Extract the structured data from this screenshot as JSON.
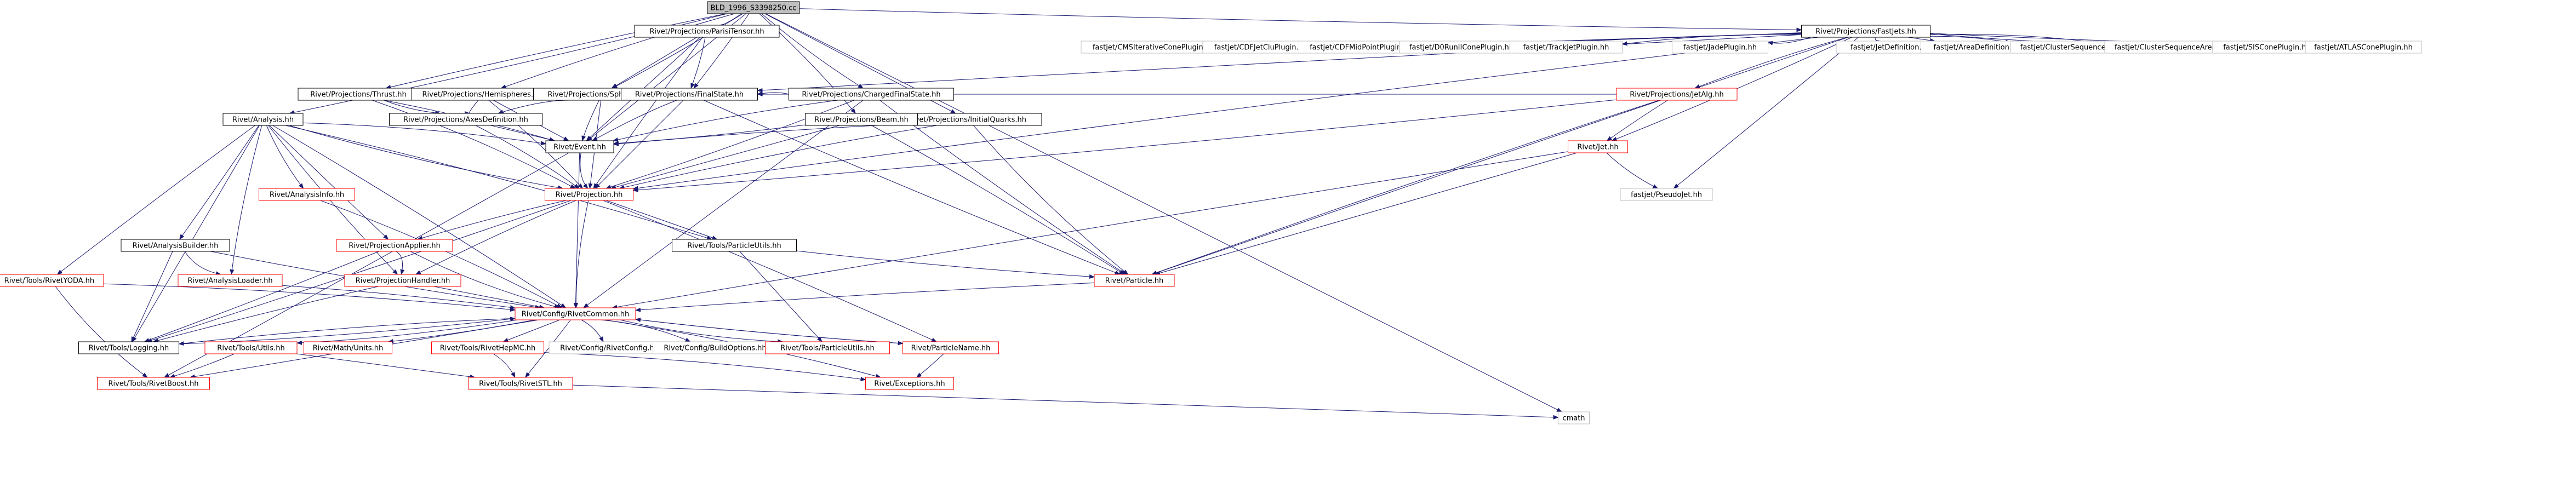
{
  "colors": {
    "edge": "#191970",
    "node_border": "#000000",
    "node_border_missing": "#bfbfbf",
    "node_border_truncated": "#ff0000",
    "root_fill": "#bfbfbf",
    "text": "#000000"
  },
  "nodes": [
    {
      "id": "root",
      "label": "BLD_1996_S3398250.cc",
      "kind": "root"
    },
    {
      "id": "pt",
      "label": "Rivet/Projections/ParisiTensor.hh",
      "kind": "normal"
    },
    {
      "id": "fj",
      "label": "Rivet/Projections/FastJets.hh",
      "kind": "normal"
    },
    {
      "id": "cmath",
      "label": "cmath",
      "kind": "missing"
    },
    {
      "id": "thr",
      "label": "Rivet/Projections/Thrust.hh",
      "kind": "normal"
    },
    {
      "id": "hem",
      "label": "Rivet/Projections/Hemispheres.hh",
      "kind": "normal"
    },
    {
      "id": "sph",
      "label": "Rivet/Projections/Sphericity.hh",
      "kind": "normal"
    },
    {
      "id": "cfs",
      "label": "Rivet/Projections/ChargedFinalState.hh",
      "kind": "normal"
    },
    {
      "id": "iq",
      "label": "Rivet/Projections/InitialQuarks.hh",
      "kind": "normal"
    },
    {
      "id": "beam",
      "label": "Rivet/Projections/Beam.hh",
      "kind": "normal"
    },
    {
      "id": "fs",
      "label": "Rivet/Projections/FinalState.hh",
      "kind": "normal"
    },
    {
      "id": "axes",
      "label": "Rivet/Projections/AxesDefinition.hh",
      "kind": "normal"
    },
    {
      "id": "ana",
      "label": "Rivet/Analysis.hh",
      "kind": "normal"
    },
    {
      "id": "jetalg",
      "label": "Rivet/Projections/JetAlg.hh",
      "kind": "truncated"
    },
    {
      "id": "jet",
      "label": "Rivet/Jet.hh",
      "kind": "truncated"
    },
    {
      "id": "pj",
      "label": "fastjet/PseudoJet.hh",
      "kind": "missing"
    },
    {
      "id": "evt",
      "label": "Rivet/Event.hh",
      "kind": "normal"
    },
    {
      "id": "proj",
      "label": "Rivet/Projection.hh",
      "kind": "truncated"
    },
    {
      "id": "ainfo",
      "label": "Rivet/AnalysisInfo.hh",
      "kind": "truncated"
    },
    {
      "id": "papp",
      "label": "Rivet/ProjectionApplier.hh",
      "kind": "truncated"
    },
    {
      "id": "abuild",
      "label": "Rivet/AnalysisBuilder.hh",
      "kind": "normal"
    },
    {
      "id": "pvec",
      "label": "Rivet/Tools/ParticleUtils.hh",
      "kind": "normal"
    },
    {
      "id": "yoda",
      "label": "Rivet/Tools/RivetYODA.hh",
      "kind": "truncated"
    },
    {
      "id": "aload",
      "label": "Rivet/AnalysisLoader.hh",
      "kind": "truncated"
    },
    {
      "id": "phand",
      "label": "Rivet/ProjectionHandler.hh",
      "kind": "truncated"
    },
    {
      "id": "part",
      "label": "Rivet/Particle.hh",
      "kind": "truncated"
    },
    {
      "id": "rcommon",
      "label": "Rivet/Config/RivetCommon.hh",
      "kind": "truncated"
    },
    {
      "id": "log",
      "label": "Rivet/Tools/Logging.hh",
      "kind": "normal"
    },
    {
      "id": "tutils",
      "label": "Rivet/Tools/Utils.hh",
      "kind": "truncated"
    },
    {
      "id": "mutils",
      "label": "Rivet/Math/Units.hh",
      "kind": "truncated"
    },
    {
      "id": "hepmc",
      "label": "Rivet/Tools/RivetHepMC.hh",
      "kind": "truncated"
    },
    {
      "id": "rconfig",
      "label": "Rivet/Config/RivetConfig.hh",
      "kind": "missing"
    },
    {
      "id": "bopts",
      "label": "Rivet/Config/BuildOptions.hh",
      "kind": "missing"
    },
    {
      "id": "putils",
      "label": "Rivet/Tools/ParticleUtils.hh",
      "kind": "truncated"
    },
    {
      "id": "pname",
      "label": "Rivet/ParticleName.hh",
      "kind": "truncated"
    },
    {
      "id": "boost",
      "label": "Rivet/Tools/RivetBoost.hh",
      "kind": "truncated"
    },
    {
      "id": "stl",
      "label": "Rivet/Tools/RivetSTL.hh",
      "kind": "truncated"
    },
    {
      "id": "exc",
      "label": "Rivet/Exceptions.hh",
      "kind": "truncated"
    },
    {
      "id": "cms",
      "label": "fastjet/CMSIterativeConePlugin.hh",
      "kind": "missing"
    },
    {
      "id": "cdfjc",
      "label": "fastjet/CDFJetCluPlugin.hh",
      "kind": "missing"
    },
    {
      "id": "cdfmp",
      "label": "fastjet/CDFMidPointPlugin.hh",
      "kind": "missing"
    },
    {
      "id": "d0",
      "label": "fastjet/D0RunIIConePlugin.hh",
      "kind": "missing"
    },
    {
      "id": "trk",
      "label": "fastjet/TrackJetPlugin.hh",
      "kind": "missing"
    },
    {
      "id": "jade",
      "label": "fastjet/JadePlugin.hh",
      "kind": "missing"
    },
    {
      "id": "jdef",
      "label": "fastjet/JetDefinition.hh",
      "kind": "missing"
    },
    {
      "id": "adef",
      "label": "fastjet/AreaDefinition.hh",
      "kind": "missing"
    },
    {
      "id": "cseq",
      "label": "fastjet/ClusterSequence.hh",
      "kind": "missing"
    },
    {
      "id": "cseqa",
      "label": "fastjet/ClusterSequenceArea.hh",
      "kind": "missing"
    },
    {
      "id": "sis",
      "label": "fastjet/SISConePlugin.hh",
      "kind": "missing"
    },
    {
      "id": "atlas",
      "label": "fastjet/ATLASConePlugin.hh",
      "kind": "missing"
    }
  ],
  "edges": [
    [
      "root",
      "pt"
    ],
    [
      "root",
      "fj"
    ],
    [
      "root",
      "cmath"
    ],
    [
      "root",
      "thr"
    ],
    [
      "root",
      "hem"
    ],
    [
      "root",
      "sph"
    ],
    [
      "root",
      "cfs"
    ],
    [
      "root",
      "iq"
    ],
    [
      "root",
      "beam"
    ],
    [
      "root",
      "fs"
    ],
    [
      "root",
      "ana"
    ],
    [
      "root",
      "evt"
    ],
    [
      "pt",
      "sph"
    ],
    [
      "pt",
      "fs"
    ],
    [
      "pt",
      "evt"
    ],
    [
      "pt",
      "proj"
    ],
    [
      "thr",
      "axes"
    ],
    [
      "thr",
      "fs"
    ],
    [
      "thr",
      "evt"
    ],
    [
      "thr",
      "proj"
    ],
    [
      "hem",
      "axes"
    ],
    [
      "hem",
      "fs"
    ],
    [
      "hem",
      "evt"
    ],
    [
      "hem",
      "proj"
    ],
    [
      "sph",
      "axes"
    ],
    [
      "sph",
      "fs"
    ],
    [
      "sph",
      "evt"
    ],
    [
      "sph",
      "proj"
    ],
    [
      "cfs",
      "fs"
    ],
    [
      "cfs",
      "evt"
    ],
    [
      "cfs",
      "proj"
    ],
    [
      "cfs",
      "part"
    ],
    [
      "cfs",
      "rcommon"
    ],
    [
      "iq",
      "evt"
    ],
    [
      "iq",
      "proj"
    ],
    [
      "iq",
      "part"
    ],
    [
      "beam",
      "evt"
    ],
    [
      "beam",
      "proj"
    ],
    [
      "beam",
      "part"
    ],
    [
      "fs",
      "evt"
    ],
    [
      "fs",
      "proj"
    ],
    [
      "fs",
      "part"
    ],
    [
      "axes",
      "evt"
    ],
    [
      "axes",
      "proj"
    ],
    [
      "fj",
      "jetalg"
    ],
    [
      "fj",
      "jet"
    ],
    [
      "fj",
      "pj"
    ],
    [
      "fj",
      "fs"
    ],
    [
      "fj",
      "part"
    ],
    [
      "fj",
      "proj"
    ],
    [
      "fj",
      "cms"
    ],
    [
      "fj",
      "cdfjc"
    ],
    [
      "fj",
      "cdfmp"
    ],
    [
      "fj",
      "d0"
    ],
    [
      "fj",
      "trk"
    ],
    [
      "fj",
      "jade"
    ],
    [
      "fj",
      "jdef"
    ],
    [
      "fj",
      "adef"
    ],
    [
      "fj",
      "cseq"
    ],
    [
      "fj",
      "cseqa"
    ],
    [
      "fj",
      "sis"
    ],
    [
      "fj",
      "atlas"
    ],
    [
      "jetalg",
      "fs"
    ],
    [
      "jetalg",
      "jet"
    ],
    [
      "jetalg",
      "part"
    ],
    [
      "jetalg",
      "proj"
    ],
    [
      "jet",
      "pj"
    ],
    [
      "jet",
      "part"
    ],
    [
      "jet",
      "rcommon"
    ],
    [
      "ana",
      "evt"
    ],
    [
      "ana",
      "proj"
    ],
    [
      "ana",
      "ainfo"
    ],
    [
      "ana",
      "papp"
    ],
    [
      "ana",
      "abuild"
    ],
    [
      "ana",
      "yoda"
    ],
    [
      "ana",
      "aload"
    ],
    [
      "ana",
      "phand"
    ],
    [
      "ana",
      "log"
    ],
    [
      "ana",
      "rcommon"
    ],
    [
      "ana",
      "pvec"
    ],
    [
      "evt",
      "proj"
    ],
    [
      "evt",
      "boost"
    ],
    [
      "evt",
      "rcommon"
    ],
    [
      "proj",
      "papp"
    ],
    [
      "proj",
      "phand"
    ],
    [
      "proj",
      "rcommon"
    ],
    [
      "proj",
      "log"
    ],
    [
      "proj",
      "pvec"
    ],
    [
      "proj",
      "pname"
    ],
    [
      "papp",
      "phand"
    ],
    [
      "papp",
      "rcommon"
    ],
    [
      "papp",
      "log"
    ],
    [
      "phand",
      "rcommon"
    ],
    [
      "phand",
      "log"
    ],
    [
      "ainfo",
      "rcommon"
    ],
    [
      "abuild",
      "aload"
    ],
    [
      "abuild",
      "rcommon"
    ],
    [
      "abuild",
      "log"
    ],
    [
      "aload",
      "rcommon"
    ],
    [
      "yoda",
      "rcommon"
    ],
    [
      "yoda",
      "boost"
    ],
    [
      "pvec",
      "part"
    ],
    [
      "pvec",
      "putils"
    ],
    [
      "part",
      "rcommon"
    ],
    [
      "rcommon",
      "log"
    ],
    [
      "rcommon",
      "tutils"
    ],
    [
      "rcommon",
      "mutils"
    ],
    [
      "rcommon",
      "hepmc"
    ],
    [
      "rcommon",
      "rconfig"
    ],
    [
      "rcommon",
      "bopts"
    ],
    [
      "rcommon",
      "putils"
    ],
    [
      "rcommon",
      "pname"
    ],
    [
      "rcommon",
      "boost"
    ],
    [
      "rcommon",
      "stl"
    ],
    [
      "rcommon",
      "exc"
    ],
    [
      "log",
      "rcommon"
    ],
    [
      "tutils",
      "boost"
    ],
    [
      "tutils",
      "stl"
    ],
    [
      "hepmc",
      "stl"
    ],
    [
      "hepmc",
      "exc"
    ],
    [
      "pname",
      "exc"
    ],
    [
      "pname",
      "rcommon"
    ],
    [
      "stl",
      "cmath"
    ]
  ]
}
